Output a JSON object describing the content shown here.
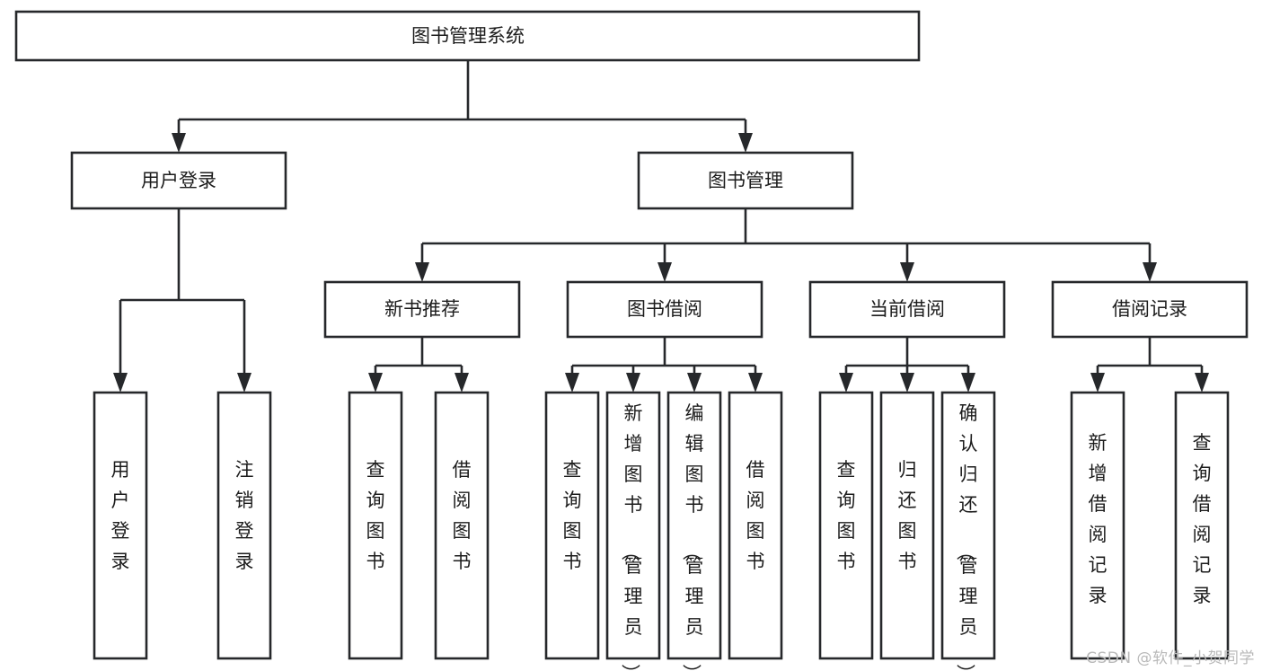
{
  "diagram": {
    "type": "tree",
    "title": "图书管理系统",
    "orientation": "top-down",
    "colors": {
      "box_stroke": "#26282b",
      "box_fill": "#ffffff",
      "text": "#1c1c1c",
      "link": "#26282b",
      "watermark": "#b9b9b9",
      "background": "#ffffff"
    },
    "root": {
      "id": "root",
      "label": "图书管理系统"
    },
    "level2": [
      {
        "id": "user-login",
        "label": "用户登录"
      },
      {
        "id": "book-manage",
        "label": "图书管理"
      }
    ],
    "level3": [
      {
        "id": "new-book-recommend",
        "label": "新书推荐",
        "parent": "book-manage"
      },
      {
        "id": "book-borrow",
        "label": "图书借阅",
        "parent": "book-manage"
      },
      {
        "id": "current-borrow",
        "label": "当前借阅",
        "parent": "book-manage"
      },
      {
        "id": "borrow-record",
        "label": "借阅记录",
        "parent": "book-manage"
      }
    ],
    "leaves": [
      {
        "id": "leaf-user-login",
        "label": "用户登录",
        "parent": "user-login"
      },
      {
        "id": "leaf-logout-login",
        "label": "注销登录",
        "parent": "user-login"
      },
      {
        "id": "leaf-query-book-1",
        "label": "查询图书",
        "parent": "new-book-recommend"
      },
      {
        "id": "leaf-borrow-book-1",
        "label": "借阅图书",
        "parent": "new-book-recommend"
      },
      {
        "id": "leaf-query-book-2",
        "label": "查询图书",
        "parent": "book-borrow"
      },
      {
        "id": "leaf-add-book",
        "label": "新增图书（管理员）",
        "parent": "book-borrow"
      },
      {
        "id": "leaf-edit-book",
        "label": "编辑图书（管理员）",
        "parent": "book-borrow"
      },
      {
        "id": "leaf-borrow-book-2",
        "label": "借阅图书",
        "parent": "book-borrow"
      },
      {
        "id": "leaf-query-book-3",
        "label": "查询图书",
        "parent": "current-borrow"
      },
      {
        "id": "leaf-return-book",
        "label": "归还图书",
        "parent": "current-borrow"
      },
      {
        "id": "leaf-confirm-return",
        "label": "确认归还（管理员）",
        "parent": "current-borrow"
      },
      {
        "id": "leaf-add-record",
        "label": "新增借阅记录",
        "parent": "borrow-record"
      },
      {
        "id": "leaf-query-record",
        "label": "查询借阅记录",
        "parent": "borrow-record"
      }
    ]
  },
  "watermark": {
    "text": "CSDN @软件_小贺同学"
  }
}
